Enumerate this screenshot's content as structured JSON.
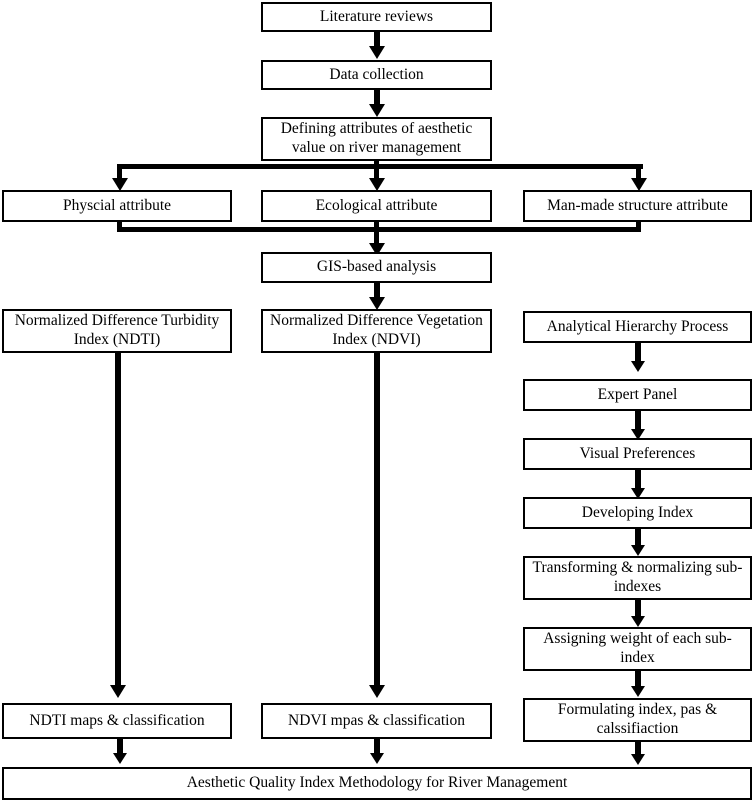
{
  "diagram": {
    "title": "Aesthetic Quality Index Methodology for River Management",
    "type": "flowchart",
    "orientation": "top-to-bottom",
    "colors": {
      "background": "#ffffff",
      "box_border": "#000000",
      "box_fill": "#ffffff",
      "text": "#000000",
      "connector": "#000000"
    }
  },
  "nodes": {
    "literature_reviews": "Literature reviews",
    "data_collection": "Data collection",
    "defining_attributes_line1": "Defining attributes of aesthetic",
    "defining_attributes_line2": "value on river management",
    "physcial_attribute": "Physcial attribute",
    "ecological_attribute": "Ecological attribute",
    "man_made_structure_attribute": "Man-made structure attribute",
    "gis_based_analysis": "GIS-based analysis",
    "ndti_line1": "Normalized Difference Turbidity",
    "ndti_line2": "Index (NDTI)",
    "ndvi_line1": "Normalized Difference Vegetation",
    "ndvi_line2": "Index (NDVI)",
    "analytical_hierarchy_process": "Analytical Hierarchy Process",
    "expert_panel": "Expert Panel",
    "visual_preferences": "Visual Preferences",
    "developing_index": "Developing Index",
    "transforming_line1": "Transforming & normalizing sub-",
    "transforming_line2": "indexes",
    "assigning_weight_line1": "Assigning weight of each sub-",
    "assigning_weight_line2": "index",
    "formulating_line1": "Formulating index, pas &",
    "formulating_line2": "calssifiaction",
    "ndti_maps": "NDTI maps & classification",
    "ndvi_maps": "NDVI mpas & classification",
    "final_output": "Aesthetic Quality Index Methodology for River Management"
  }
}
